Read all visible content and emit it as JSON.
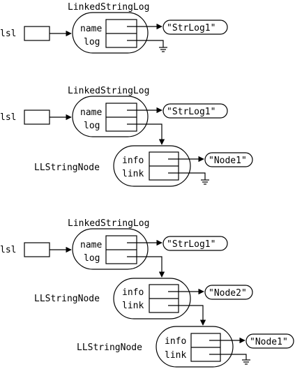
{
  "diagram": {
    "panels": [
      {
        "ref_label": "lsl",
        "log": {
          "class_label": "LinkedStringLog",
          "field_name": "name",
          "field_log": "log",
          "name_value": "\"StrLog1\""
        },
        "nodes": []
      },
      {
        "ref_label": "lsl",
        "log": {
          "class_label": "LinkedStringLog",
          "field_name": "name",
          "field_log": "log",
          "name_value": "\"StrLog1\""
        },
        "nodes": [
          {
            "class_label": "LLStringNode",
            "field_info": "info",
            "field_link": "link",
            "info_value": "\"Node1\""
          }
        ]
      },
      {
        "ref_label": "lsl",
        "log": {
          "class_label": "LinkedStringLog",
          "field_name": "name",
          "field_log": "log",
          "name_value": "\"StrLog1\""
        },
        "nodes": [
          {
            "class_label": "LLStringNode",
            "field_info": "info",
            "field_link": "link",
            "info_value": "\"Node2\""
          },
          {
            "class_label": "LLStringNode",
            "field_info": "info",
            "field_link": "link",
            "info_value": "\"Node1\""
          }
        ]
      }
    ]
  }
}
